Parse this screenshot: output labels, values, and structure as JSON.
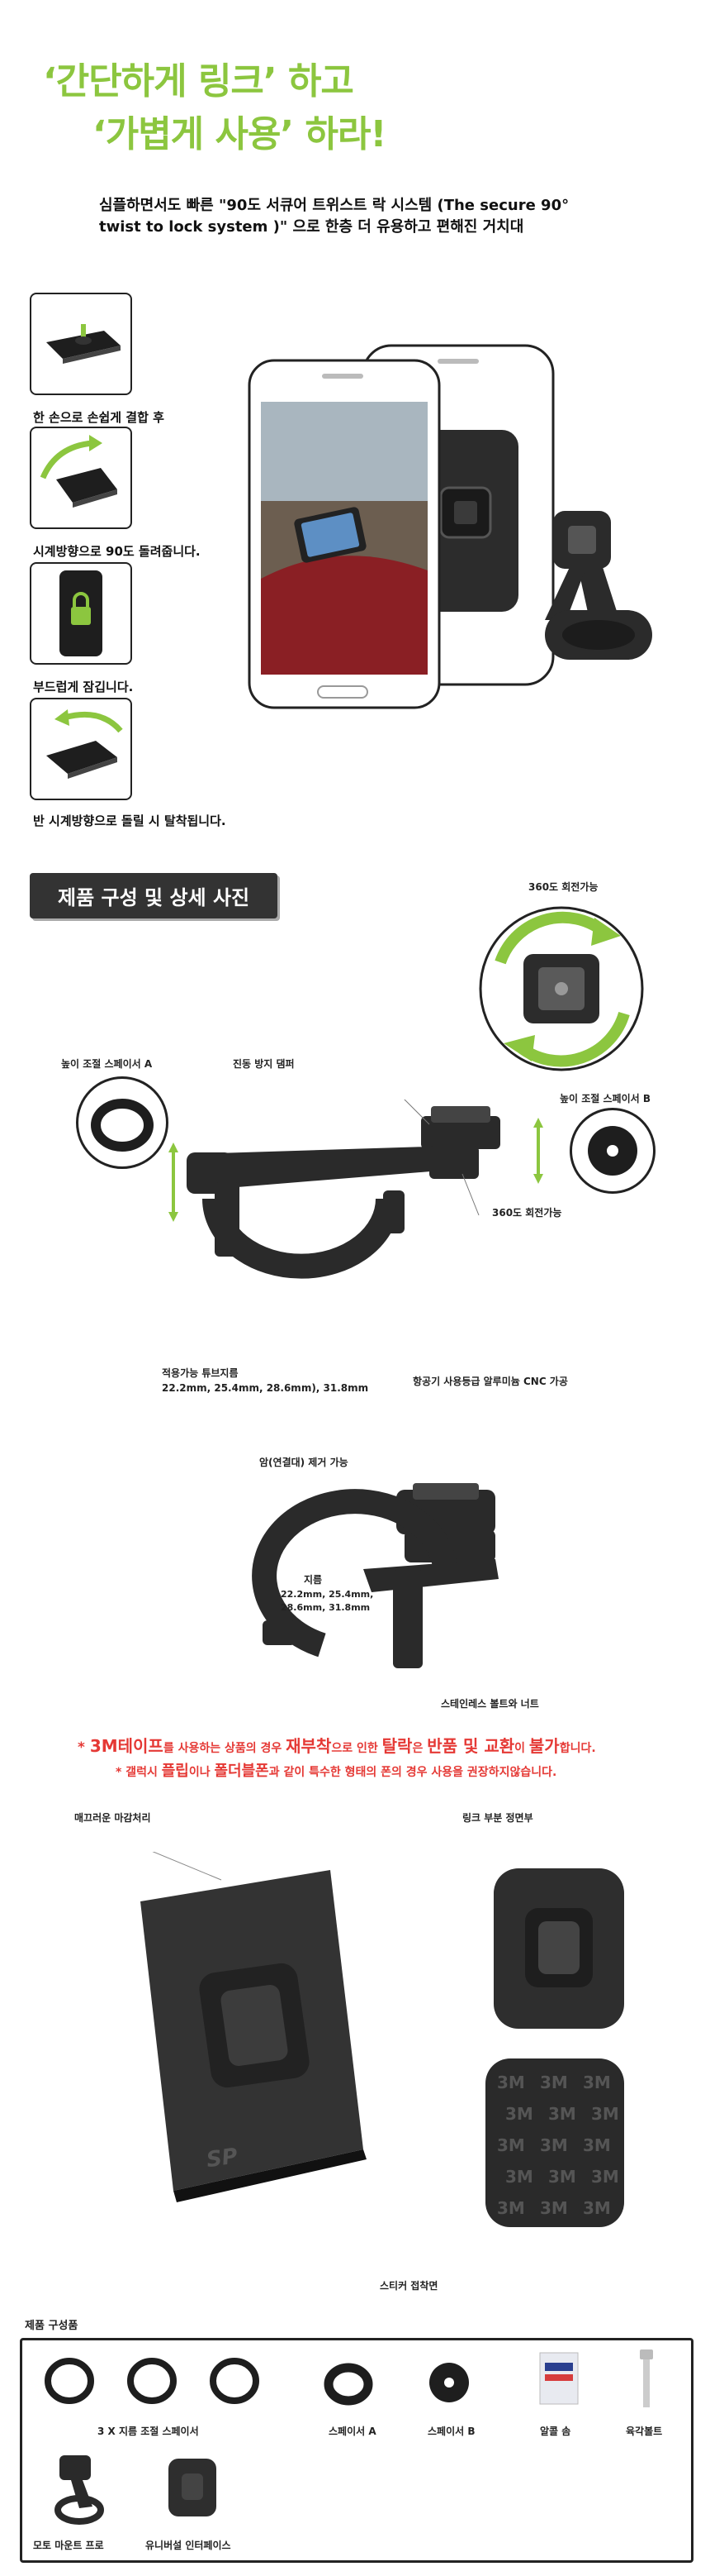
{
  "hero": {
    "line1": "‘간단하게 링크’ 하고",
    "line2": "‘가볍게 사용’ 하라!"
  },
  "intro": {
    "line1": "심플하면서도 빠른 \"90도 서큐어 트위스트 락 시스템 (The secure 90°",
    "line2": "twist to lock system )\" 으로 한층 더 유용하고 편해진 거치대"
  },
  "steps": [
    {
      "caption": "한 손으로 손쉽게 결합 후"
    },
    {
      "caption": "시계방향으로 90도 돌려줍니다."
    },
    {
      "caption": "부드럽게 잠깁니다."
    },
    {
      "caption": "반 시계방향으로 돌릴 시 탈착됩니다."
    }
  ],
  "section_title": "제품 구성 및 상세 사진",
  "detail_labels": {
    "rotate_top": "360도 회전가능",
    "spacer_a": "높이 조절 스페이서 A",
    "damper": "진동 방지 댐퍼",
    "spacer_b": "높이 조절 스페이서 B",
    "rotate_side": "360도 회전가능",
    "tube_title": "적용가능 튜브지름",
    "tube_sizes": "22.2mm, 25.4mm, 28.6mm), 31.8mm",
    "aluminum": "항공기 사용등급 알루미늄 CNC 가공",
    "arm_removable": "암(연결대) 제거 가능",
    "diameter_title": "지름",
    "diameter_l1": "22.2mm, 25.4mm,",
    "diameter_l2": "28.6mm, 31.8mm",
    "bolt_nut": "스테인레스 볼트와 너트"
  },
  "warnings": {
    "w1_a": "* ",
    "w1_b": "3M테이프",
    "w1_c": "를 사용하는 상품의 경우 ",
    "w1_d": "재부착",
    "w1_e": "으로 인한 ",
    "w1_f": "탈락",
    "w1_g": "은 ",
    "w1_h": "반품 및 교환",
    "w1_i": "이 ",
    "w1_j": "불가",
    "w1_k": "합니다.",
    "w2_a": "* 갤럭시 ",
    "w2_b": "플립",
    "w2_c": "이나 ",
    "w2_d": "폴더블폰",
    "w2_e": "과 같이 특수한 형태의 폰의 경우 사용을 권장하지않습니다."
  },
  "interface_labels": {
    "smooth": "매끄러운 마감처리",
    "link_front": "링크 부분 정면부",
    "sticker": "스티커 접착면",
    "tape_text": "3M",
    "logo_text": "SP"
  },
  "components": {
    "title": "제품 구성품",
    "spacers3": "3 X 지름 조절 스페이서",
    "spacer_a": "스페이서 A",
    "spacer_b": "스페이서 B",
    "alcohol": "알콜 솜",
    "hex_bolt": "육각볼트",
    "moto_mount": "모토 마운트 프로",
    "universal": "유니버설 인터페이스"
  },
  "colors": {
    "accent_green": "#8cc63f",
    "warning_red": "#e53935",
    "badge_dark": "#333333"
  }
}
